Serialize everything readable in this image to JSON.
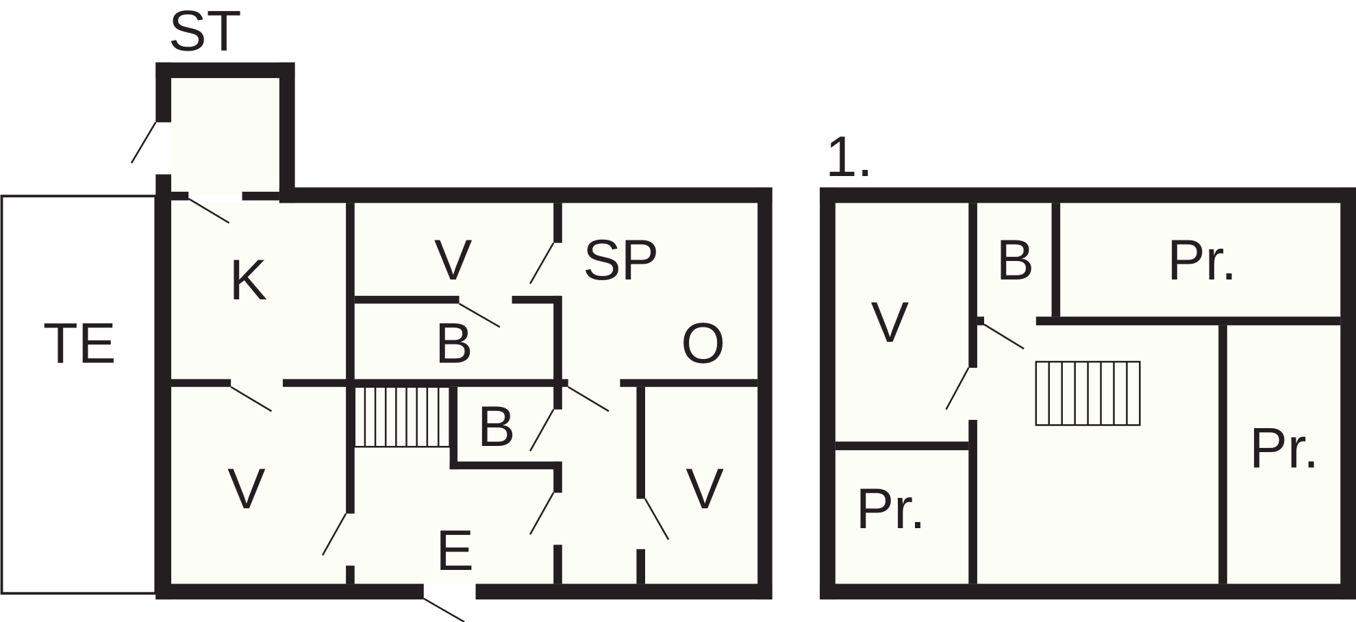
{
  "plan": {
    "ground_floor": {
      "rooms": {
        "storage": "ST",
        "terrace": "TE",
        "kitchen": "K",
        "wc_top": "V",
        "bathroom_center": "B",
        "bedroom": "SP",
        "living_room": "O",
        "bathroom_small": "B",
        "wc_left": "V",
        "wc_right": "V",
        "entrance": "E"
      }
    },
    "first_floor": {
      "floor_label": "1.",
      "rooms": {
        "wc": "V",
        "bathroom": "B",
        "room_top": "Pr.",
        "room_right": "Pr.",
        "room_bottom_left": "Pr."
      }
    }
  },
  "colors": {
    "wall": "#231f20",
    "room_fill": "#fdfdf7"
  }
}
